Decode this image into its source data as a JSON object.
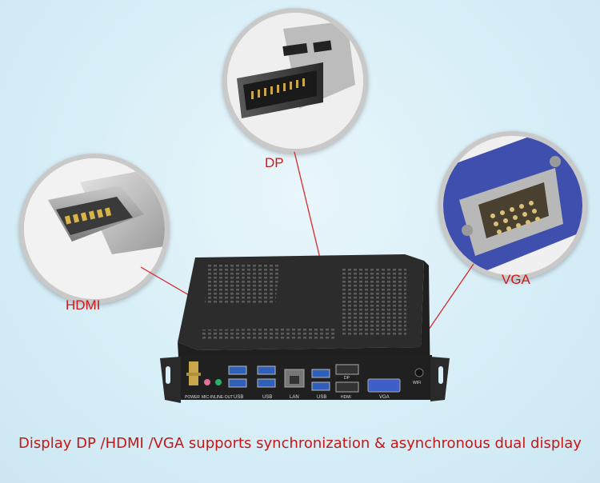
{
  "callouts": {
    "dp": "DP",
    "hdmi": "HDMI",
    "vga": "VGA"
  },
  "port_labels": {
    "power": "POWER",
    "mic_in": "MIC-IN",
    "line_out": "LINE-OUT",
    "usb_1": "USB",
    "usb_2": "USB",
    "lan": "LAN",
    "usb_3": "USB",
    "dp": "DP",
    "hdmi": "HDMI",
    "vga": "VGA",
    "wifi": "WIFI"
  },
  "caption": "Display DP /HDMI /VGA supports synchronization & asynchronous dual display",
  "colors": {
    "callout_text": "#cc1a1a",
    "leader_line": "#d42a2a",
    "caption": "#c81515"
  }
}
